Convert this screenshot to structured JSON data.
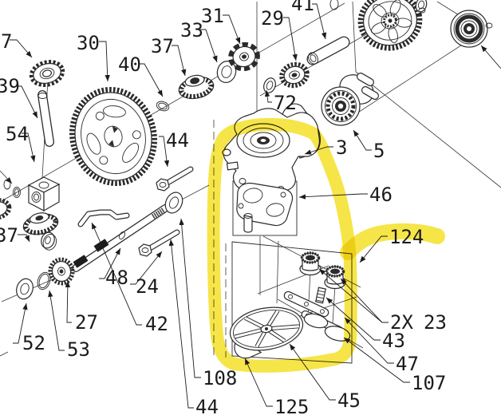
{
  "diagram": {
    "type": "exploded-parts-diagram",
    "highlight": {
      "color": "#f5e127",
      "highlighted_part": "124"
    },
    "callouts": {
      "c7": "7",
      "c39": "39",
      "c54": "54",
      "c37_left": "37",
      "c30": "30",
      "c40": "40",
      "c37_top": "37",
      "c33": "33",
      "c31": "31",
      "c29": "29",
      "c41": "41",
      "c72": "72",
      "c3": "3",
      "c5": "5",
      "c46": "46",
      "c124": "124",
      "c23_qty": "2X",
      "c23": "23",
      "c43": "43",
      "c47": "47",
      "c107": "107",
      "c45": "45",
      "c125": "125",
      "c108": "108",
      "c44_top": "44",
      "c44_bottom": "44",
      "c48": "48",
      "c24": "24",
      "c42": "42",
      "c27": "27",
      "c52": "52",
      "c53": "53"
    }
  }
}
